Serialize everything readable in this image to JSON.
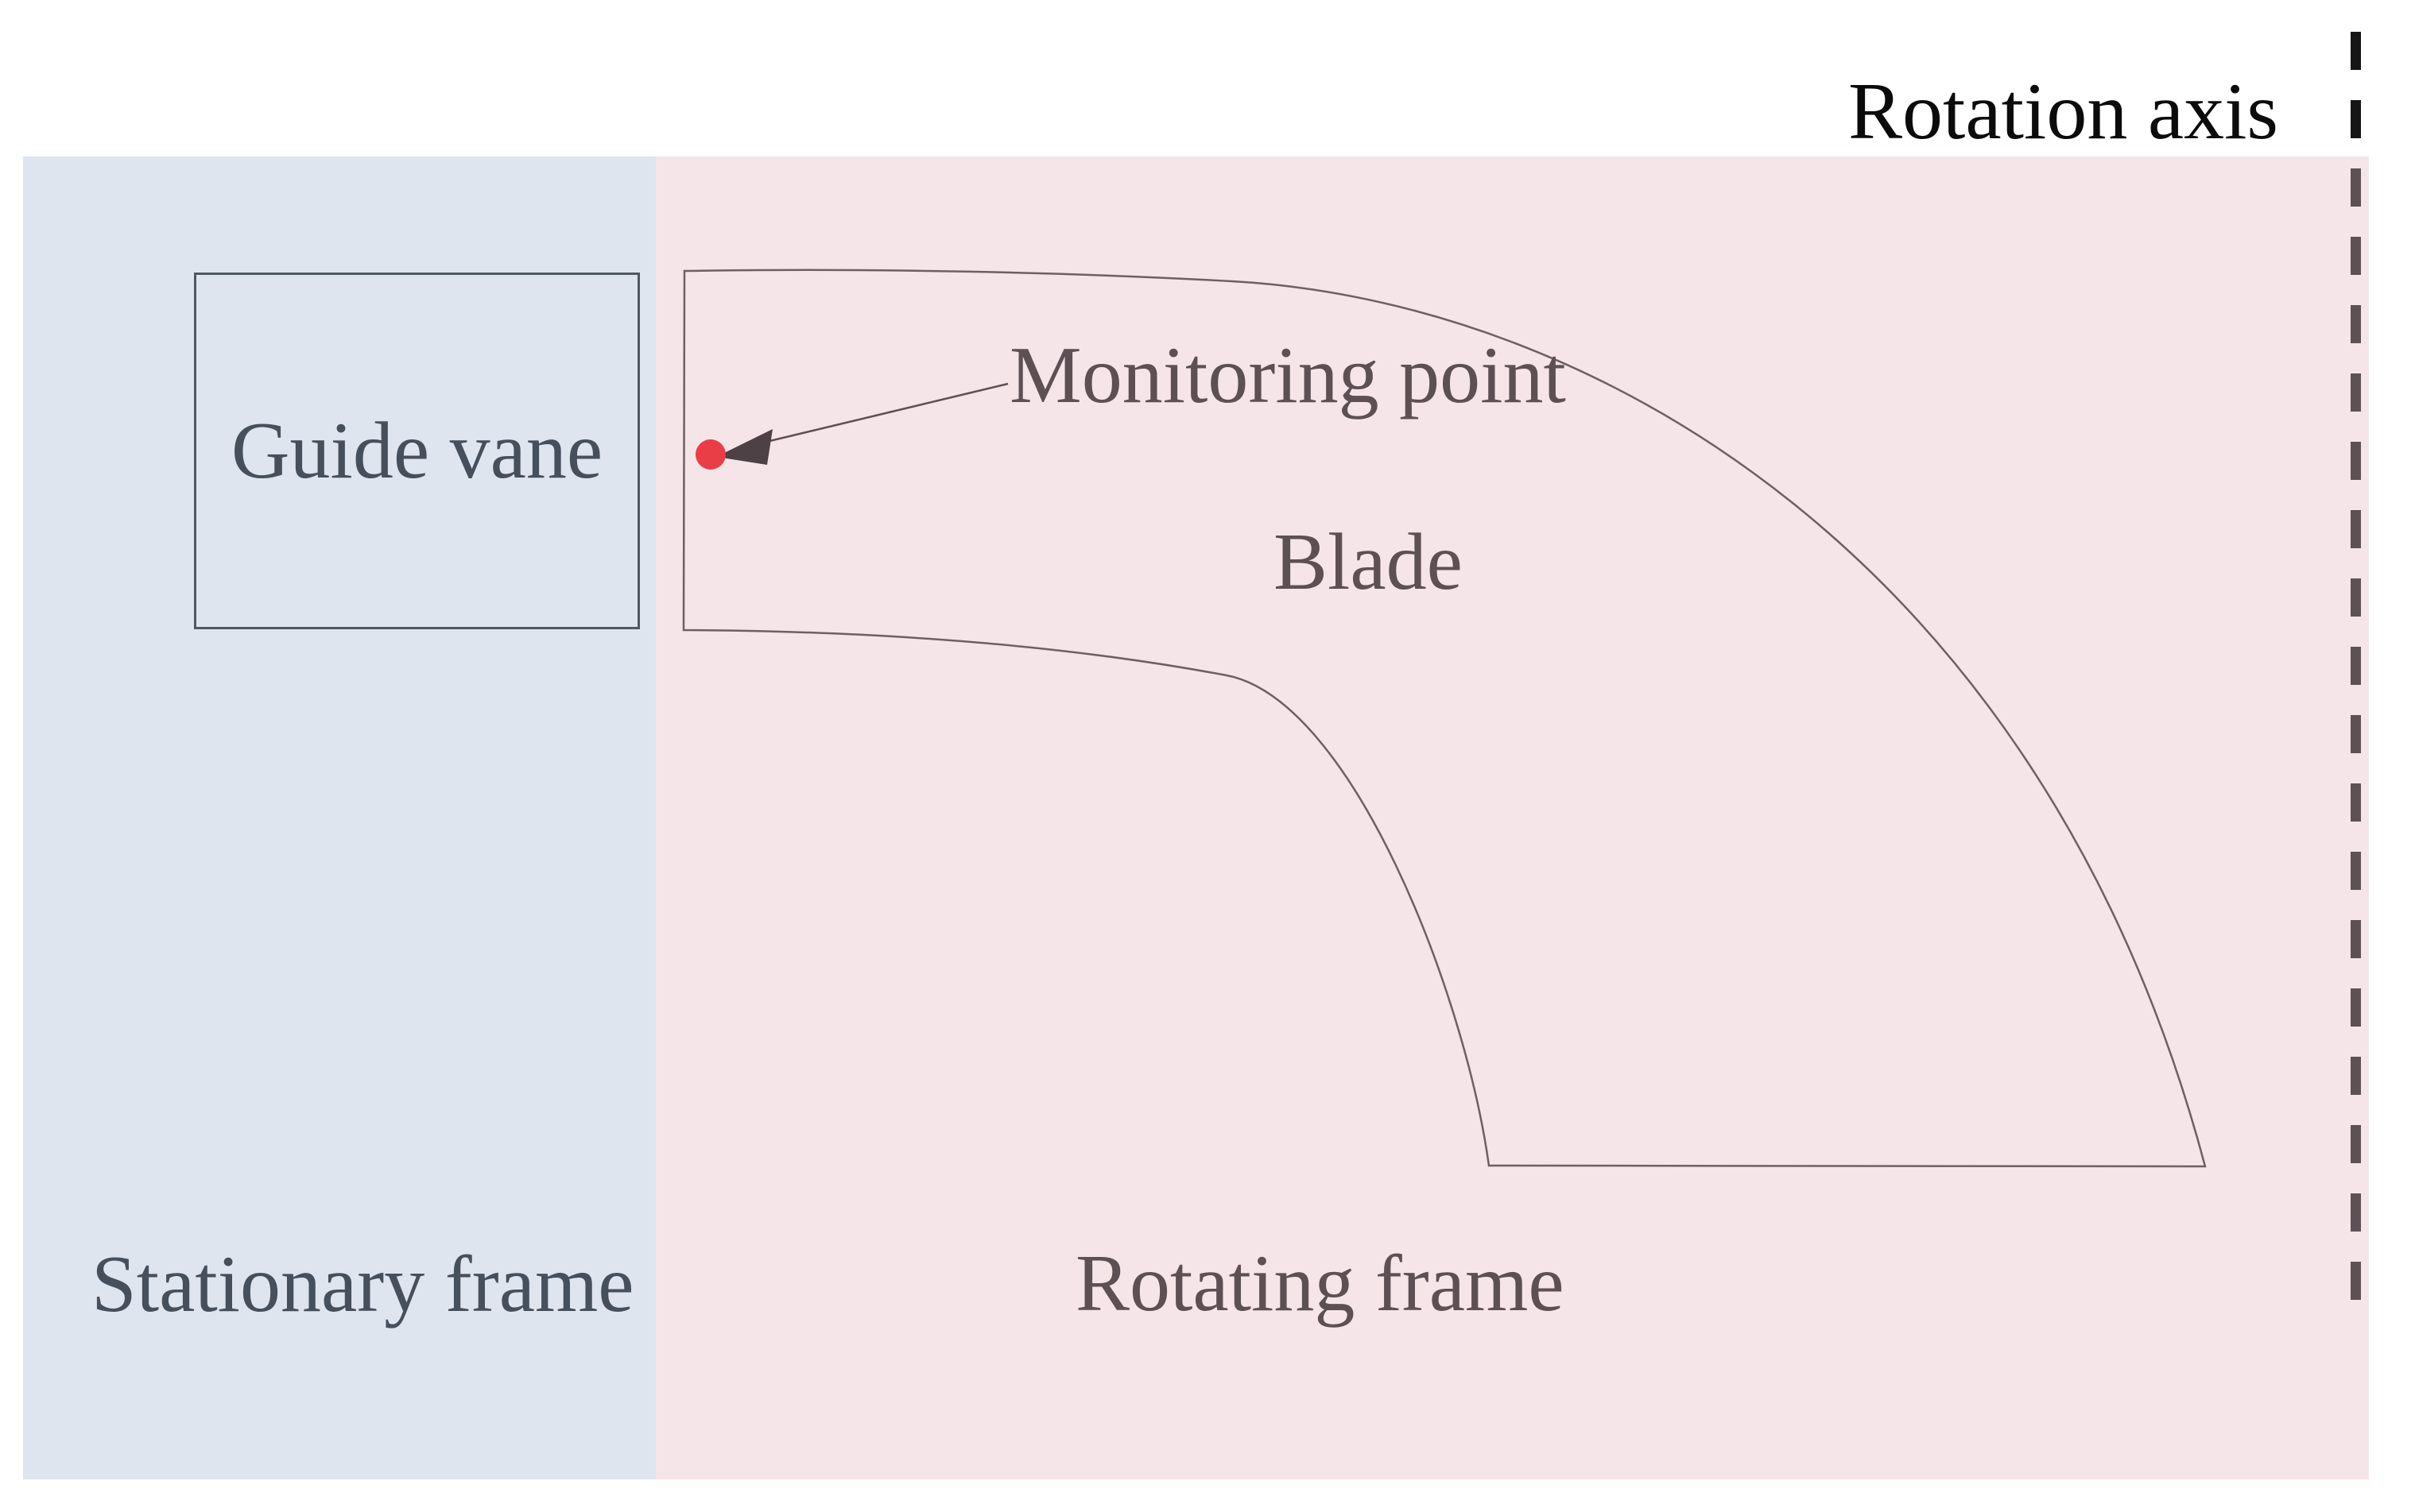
{
  "title": {
    "rotation_axis": "Rotation axis"
  },
  "regions": {
    "stationary": {
      "label": "Stationary frame"
    },
    "rotating": {
      "label": "Rotating frame"
    }
  },
  "components": {
    "guide_vane": {
      "label": "Guide vane"
    },
    "blade": {
      "label": "Blade"
    },
    "monitoring_point": {
      "label": "Monitoring point"
    }
  },
  "colors": {
    "stationary_bg": "#dee5ee",
    "rotating_bg": "#f5e5e9",
    "guide_vane_border": "#4e5862",
    "blade_outline": "#6e5f65",
    "monitoring_dot": "#ea3e47",
    "arrowhead": "#4d4145",
    "leader_line": "#5d5055",
    "axis_dash_white_zone": "#161616",
    "axis_dash_pink_zone": "#5d5156",
    "stationary_text": "#46505c",
    "rotating_text": "#5d5055",
    "title_text": "#0b0b0b"
  }
}
